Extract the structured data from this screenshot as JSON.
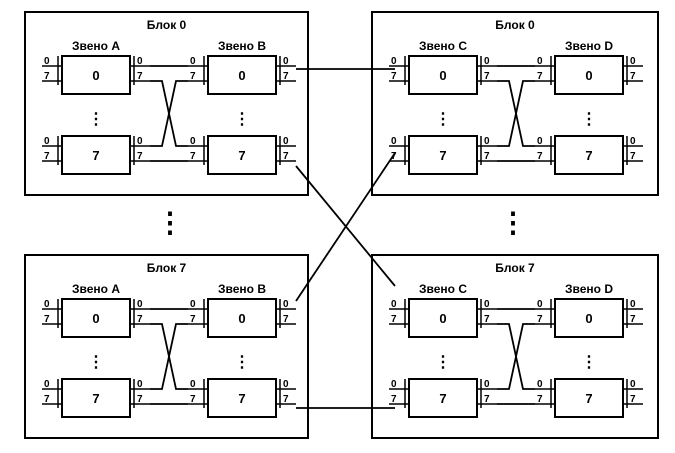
{
  "blocks": [
    {
      "title": "Блок 0",
      "stage_left": "Звено A",
      "stage_right": "Звено B"
    },
    {
      "title": "Блок 0",
      "stage_left": "Звено C",
      "stage_right": "Звено D"
    },
    {
      "title": "Блок 7",
      "stage_left": "Звено A",
      "stage_right": "Звено B"
    },
    {
      "title": "Блок 7",
      "stage_left": "Звено C",
      "stage_right": "Звено D"
    }
  ],
  "switch_labels": [
    "0",
    "7"
  ],
  "port_labels": [
    "0",
    "7"
  ],
  "ellipsis": "⋮"
}
